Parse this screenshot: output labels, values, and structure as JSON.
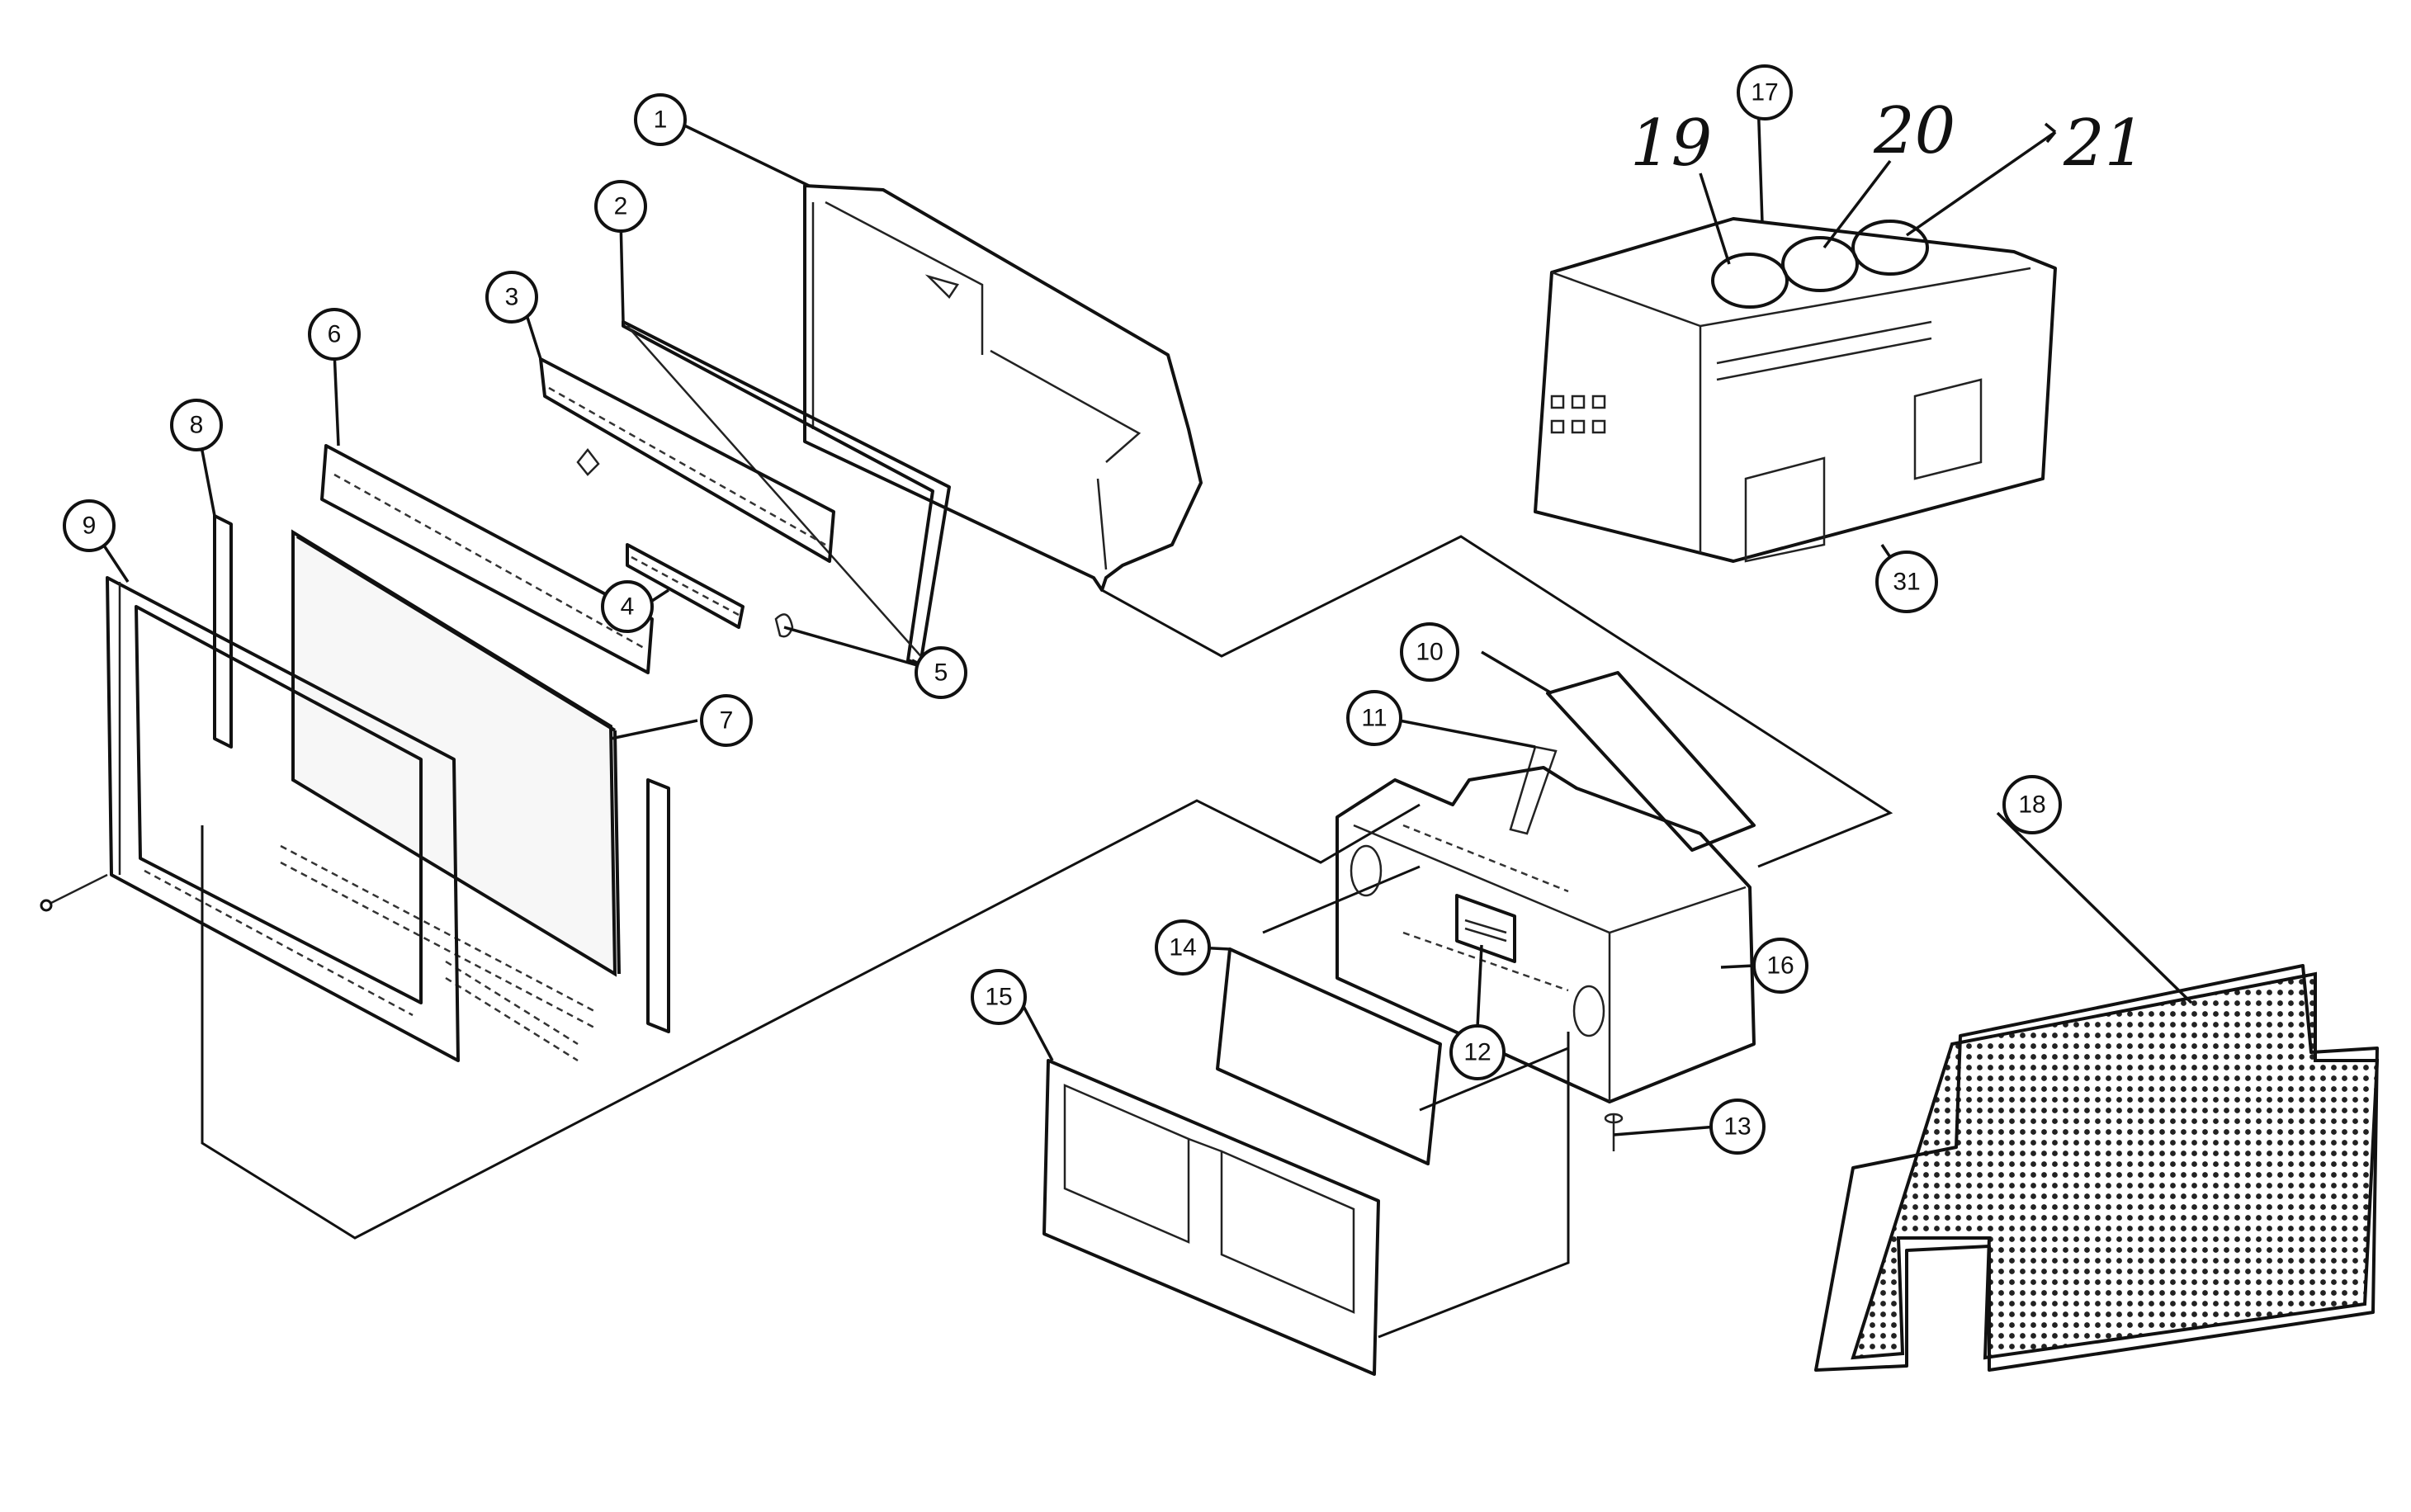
{
  "callouts": [
    {
      "id": "1",
      "label": "1"
    },
    {
      "id": "2",
      "label": "2"
    },
    {
      "id": "3",
      "label": "3"
    },
    {
      "id": "4",
      "label": "4"
    },
    {
      "id": "5",
      "label": "5"
    },
    {
      "id": "6",
      "label": "6"
    },
    {
      "id": "7",
      "label": "7"
    },
    {
      "id": "8",
      "label": "8"
    },
    {
      "id": "9",
      "label": "9"
    },
    {
      "id": "10",
      "label": "10"
    },
    {
      "id": "11",
      "label": "11"
    },
    {
      "id": "12",
      "label": "12"
    },
    {
      "id": "13",
      "label": "13"
    },
    {
      "id": "14",
      "label": "14"
    },
    {
      "id": "15",
      "label": "15"
    },
    {
      "id": "16",
      "label": "16"
    },
    {
      "id": "17",
      "label": "17"
    },
    {
      "id": "18",
      "label": "18"
    },
    {
      "id": "31",
      "label": "31"
    }
  ],
  "handwritten_labels": [
    {
      "id": "19",
      "label": "19"
    },
    {
      "id": "20",
      "label": "20"
    },
    {
      "id": "21",
      "label": "21"
    }
  ]
}
